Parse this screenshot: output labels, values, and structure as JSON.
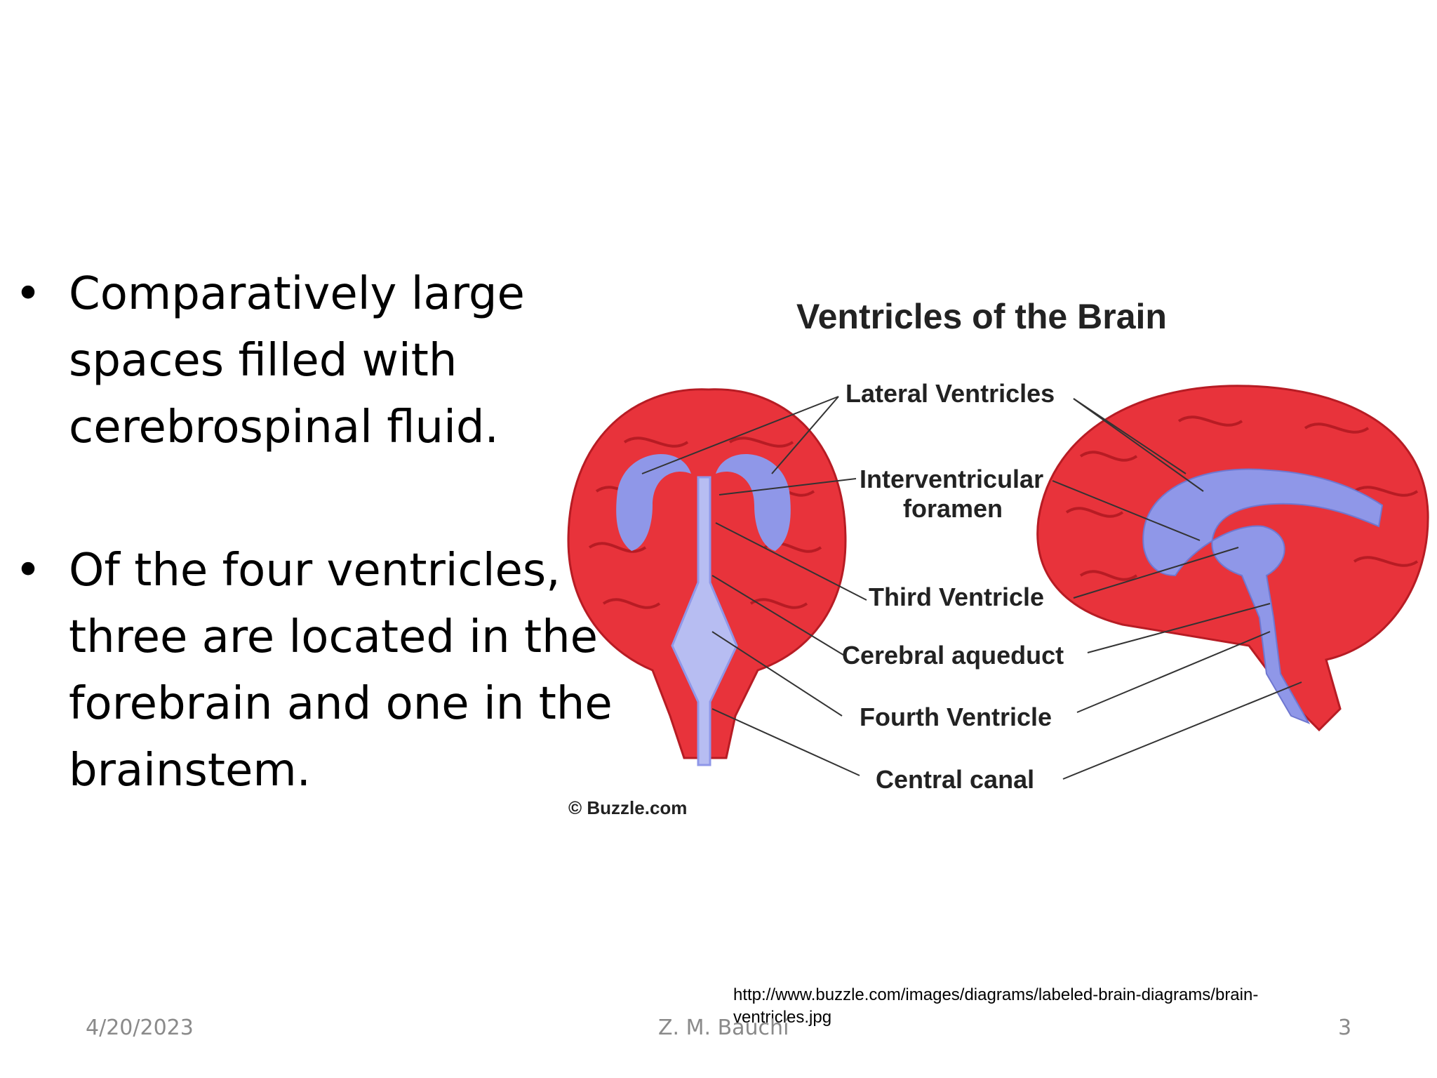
{
  "bullets": [
    {
      "marker": "•",
      "text": "Comparatively large spaces filled with cerebrospinal fluid."
    },
    {
      "marker": "•",
      "text": "Of the four ventricles, three are located in the forebrain and one in the brainstem."
    }
  ],
  "diagram": {
    "title": "Ventricles of the Brain",
    "labels": {
      "lateral": "Lateral Ventricles",
      "interventricular": "Interventricular",
      "interventricular_2": "foramen",
      "third": "Third Ventricle",
      "aqueduct": "Cerebral aqueduct",
      "fourth": "Fourth Ventricle",
      "central": "Central canal"
    },
    "credit": "© Buzzle.com",
    "colors": {
      "brain": "#e8333b",
      "brain_dark": "#c8202a",
      "ventricle": "#8f97e8",
      "ventricle_light": "#b7bdf2"
    }
  },
  "source_url": "http://www.buzzle.com/images/diagrams/labeled-brain-diagrams/brain-ventricles.jpg",
  "footer": {
    "date": "4/20/2023",
    "author": "Z. M. Bauchi",
    "page": "3"
  }
}
